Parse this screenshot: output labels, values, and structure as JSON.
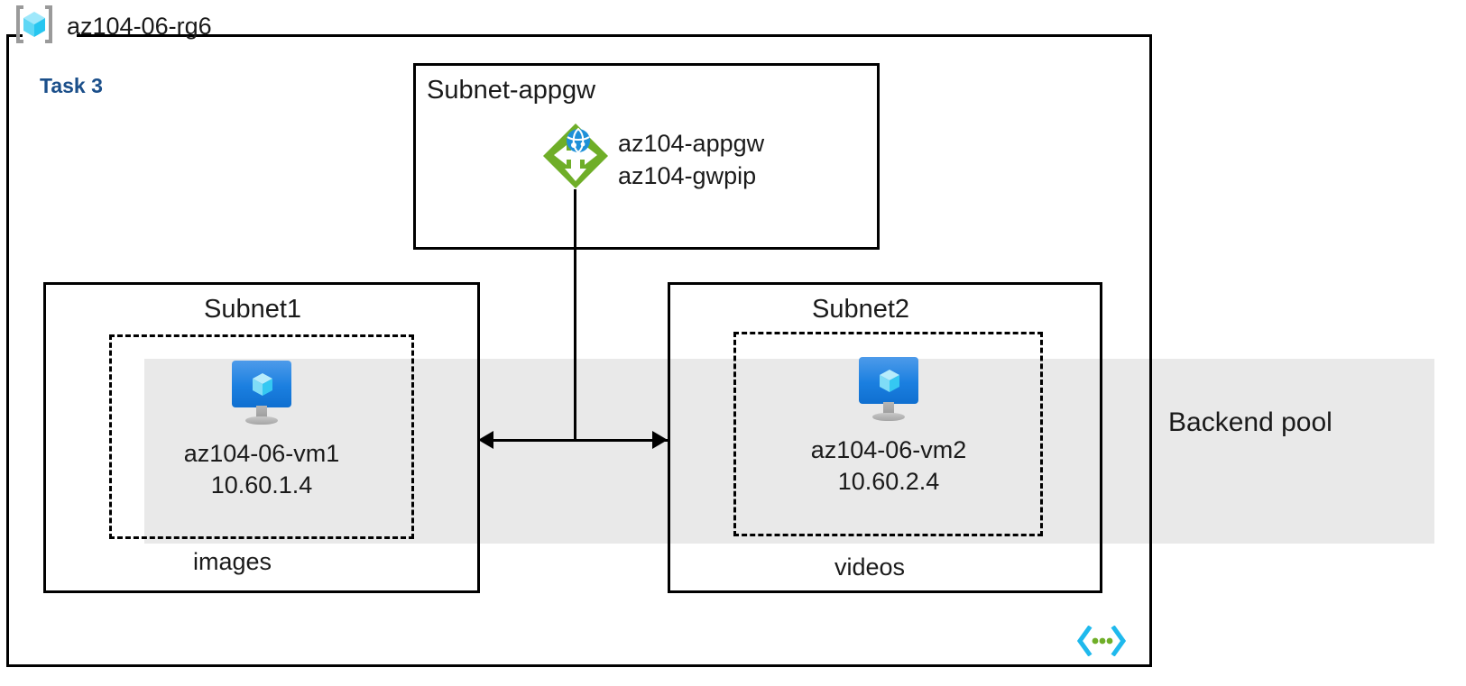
{
  "diagram": {
    "resource_group": {
      "name": "az104-06-rg6",
      "icon": "resource-group-cube-icon"
    },
    "task_label": "Task 3",
    "backend_pool": {
      "label": "Backend pool",
      "band_color": "#e9e9e9"
    },
    "subnets": [
      {
        "id": "subnet-appgw",
        "title": "Subnet-appgw",
        "resources": [
          {
            "icon": "application-gateway-icon",
            "lines": [
              "az104-appgw",
              "az104-gwpip"
            ]
          }
        ]
      },
      {
        "id": "subnet1",
        "title": "Subnet1",
        "footer": "images",
        "vm": {
          "icon": "virtual-machine-icon",
          "name": "az104-06-vm1",
          "ip": "10.60.1.4"
        }
      },
      {
        "id": "subnet2",
        "title": "Subnet2",
        "footer": "videos",
        "vm": {
          "icon": "virtual-machine-icon",
          "name": "az104-06-vm2",
          "ip": "10.60.2.4"
        }
      }
    ],
    "footer_icon": "code-brackets-icon",
    "colors": {
      "task_text": "#1b4f8a",
      "gateway_green": "#6fae28",
      "gateway_globe_blue": "#1e90d8",
      "vm_blue": "#1b7fe0",
      "cube_cyan": "#78dcf5",
      "band_gray": "#e9e9e9",
      "stroke": "#000000",
      "code_icon_blue": "#1fb9ed",
      "code_icon_green": "#6fae28"
    }
  }
}
